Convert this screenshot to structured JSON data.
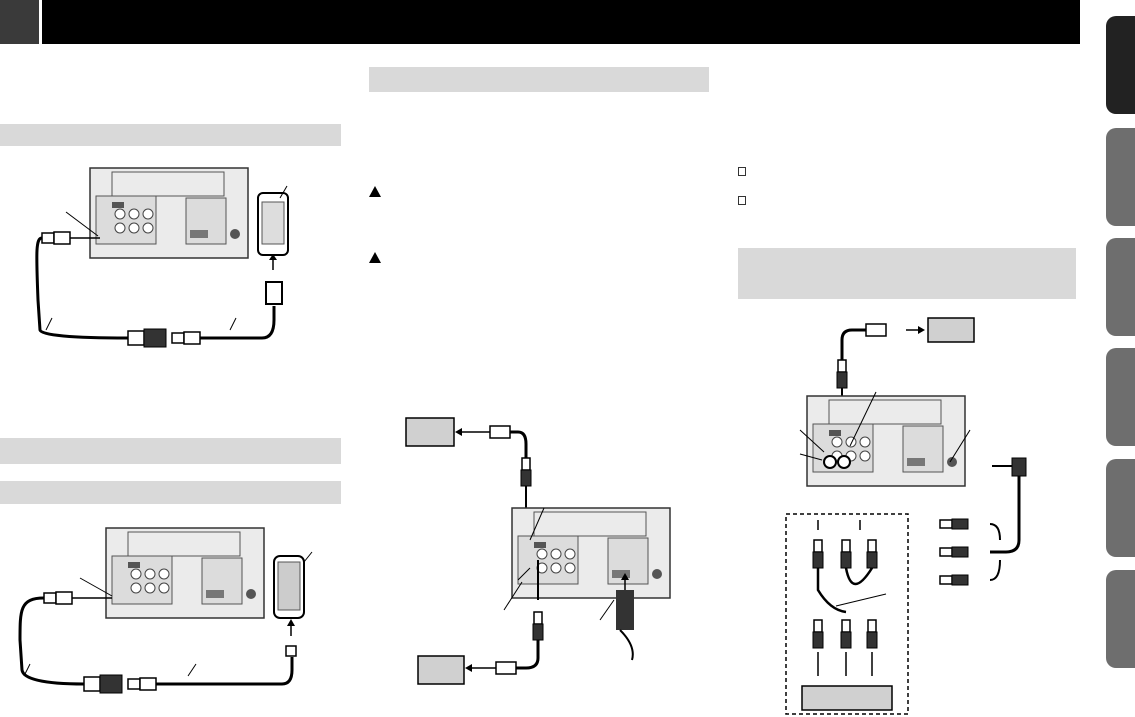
{
  "colors": {
    "header": "#000000",
    "band": "#d9d9d9",
    "tab_active": "#222222",
    "tab_inactive": "#6e6e6e"
  },
  "header": {
    "page_number": ""
  },
  "side_tabs": [
    {
      "icon": "tab-marker",
      "active": true
    },
    {
      "icon": "tab-marker",
      "active": false
    },
    {
      "icon": "tab-marker",
      "active": false
    },
    {
      "icon": "tab-marker",
      "active": false
    },
    {
      "icon": "tab-marker",
      "active": false
    },
    {
      "icon": "tab-marker",
      "active": false
    }
  ],
  "icons": [
    "warning-icon",
    "note-icon",
    "usb-plug-icon",
    "rca-plug-icon",
    "mini-jack-icon",
    "smartphone-icon"
  ]
}
